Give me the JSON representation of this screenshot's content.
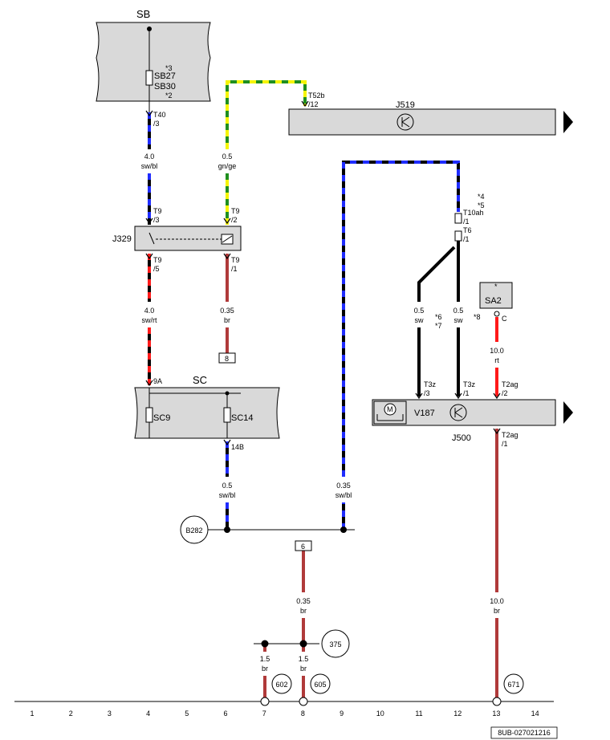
{
  "components": {
    "sb": {
      "title": "SB",
      "fuse_a": "SB27",
      "fuse_b": "SB30",
      "note_a": "*3",
      "note_b": "*2"
    },
    "sc": {
      "title": "SC",
      "fuse_a": "SC9",
      "fuse_b": "SC14"
    },
    "j329": {
      "label": "J329"
    },
    "j519": {
      "label": "J519"
    },
    "j500": {
      "label": "J500"
    },
    "v187": {
      "label": "V187"
    },
    "sa2": {
      "label": "SA2",
      "note": "*"
    }
  },
  "connectors": {
    "t40": "T40",
    "t40_pin": "/3",
    "t52b": "T52b",
    "t52b_pin": "/12",
    "t9a": "T9",
    "t9a_pin": "/3",
    "t9b": "T9",
    "t9b_pin": "/2",
    "t9c": "T9",
    "t9c_pin": "/5",
    "t9d": "T9",
    "t9d_pin": "/1",
    "t10ah": "T10ah",
    "t10ah_pin": "/1",
    "t6": "T6",
    "t6_pin": "/1",
    "t3z_a": "T3z",
    "t3z_a_pin": "/3",
    "t3z_b": "T3z",
    "t3z_b_pin": "/1",
    "t2ag_a": "T2ag",
    "t2ag_a_pin": "/2",
    "t2ag_b": "T2ag",
    "t2ag_b_pin": "/1",
    "sc_in": "9A",
    "sc_out": "14B",
    "sa2_pin": "C"
  },
  "wires": {
    "w1": {
      "size": "4.0",
      "color": "sw/bl"
    },
    "w2": {
      "size": "0.5",
      "color": "gn/ge"
    },
    "w3": {
      "size": "4.0",
      "color": "sw/rt"
    },
    "w4": {
      "size": "0.35",
      "color": "br"
    },
    "w5": {
      "size": "0.5",
      "color": "sw/bl"
    },
    "w6": {
      "size": "0.35",
      "color": "sw/bl"
    },
    "w7": {
      "size": "0.5",
      "color": "sw"
    },
    "w8": {
      "size": "0.5",
      "color": "sw"
    },
    "w9": {
      "size": "10.0",
      "color": "rt"
    },
    "w10": {
      "size": "0.35",
      "color": "br"
    },
    "w11": {
      "size": "1.5",
      "color": "br"
    },
    "w12": {
      "size": "1.5",
      "color": "br"
    },
    "w13": {
      "size": "10.0",
      "color": "br"
    }
  },
  "notes": {
    "n4": "*4",
    "n5": "*5",
    "n6": "*6",
    "n7": "*7",
    "n8": "*8"
  },
  "refs": {
    "r8": "8",
    "r6": "6"
  },
  "circles": {
    "b282": "B282",
    "c375": "375",
    "c602": "602",
    "c605": "605",
    "c671": "671"
  },
  "grid": [
    "1",
    "2",
    "3",
    "4",
    "5",
    "6",
    "7",
    "8",
    "9",
    "10",
    "11",
    "12",
    "13",
    "14"
  ],
  "doc_code": "8UB-027021216",
  "colors": {
    "black": "#000000",
    "blue": "#1f2cff",
    "red": "#ff1a1a",
    "green": "#1f8f1f",
    "yellow": "#f5f500",
    "brown": "#b03a3a",
    "panel": "#d9d9d9"
  }
}
